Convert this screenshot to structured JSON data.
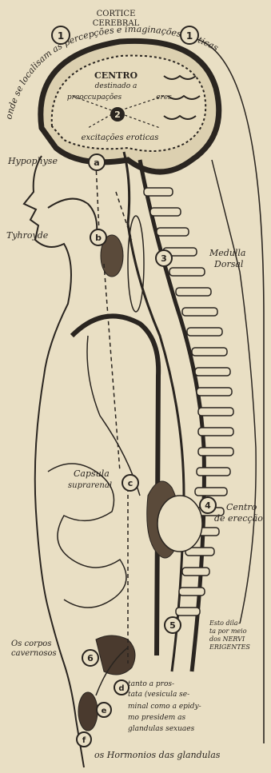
{
  "labels": {
    "cortex_line1": "CORTICE",
    "cortex_line2": "CEREBRAL",
    "arc_caption": "onde se localisam as percepções e imaginações eroticas",
    "centre_title": "CENTRO",
    "centre_line2": "destinado a",
    "centre_line3": "preoccupações",
    "centre_word": "eres",
    "excitations": "excitações eroticas",
    "hypophyse": "Hypophyse",
    "thyroide": "Tyhroyde",
    "medulla_1": "Medulla",
    "medulla_2": "Dorsal",
    "capsula_1": "Capsula",
    "capsula_2": "suprarenal",
    "centro_1": "Centro",
    "centro_2": "de erecção",
    "nervi_1": "Esto dila-",
    "nervi_2": "ta por meio",
    "nervi_3": "dos NERVI",
    "nervi_4": "ERIGENTES",
    "corpos_1": "Os corpos",
    "corpos_2": "cavernosos",
    "prostate_1": "tanto a pros-",
    "prostate_2": "tata (vesicula se-",
    "prostate_3": "minal como a epidy-",
    "prostate_4": "mo presidem as",
    "prostate_5": "glandulas sexuaes",
    "hormones": "os Hormonios das glandulas"
  },
  "markers": {
    "m1a": "1",
    "m1b": "1",
    "m2": "2",
    "m3": "3",
    "m4": "4",
    "m5": "5",
    "m6": "6",
    "ma": "a",
    "mb": "b",
    "mc": "c",
    "md": "d",
    "me": "e",
    "mf": "f"
  }
}
